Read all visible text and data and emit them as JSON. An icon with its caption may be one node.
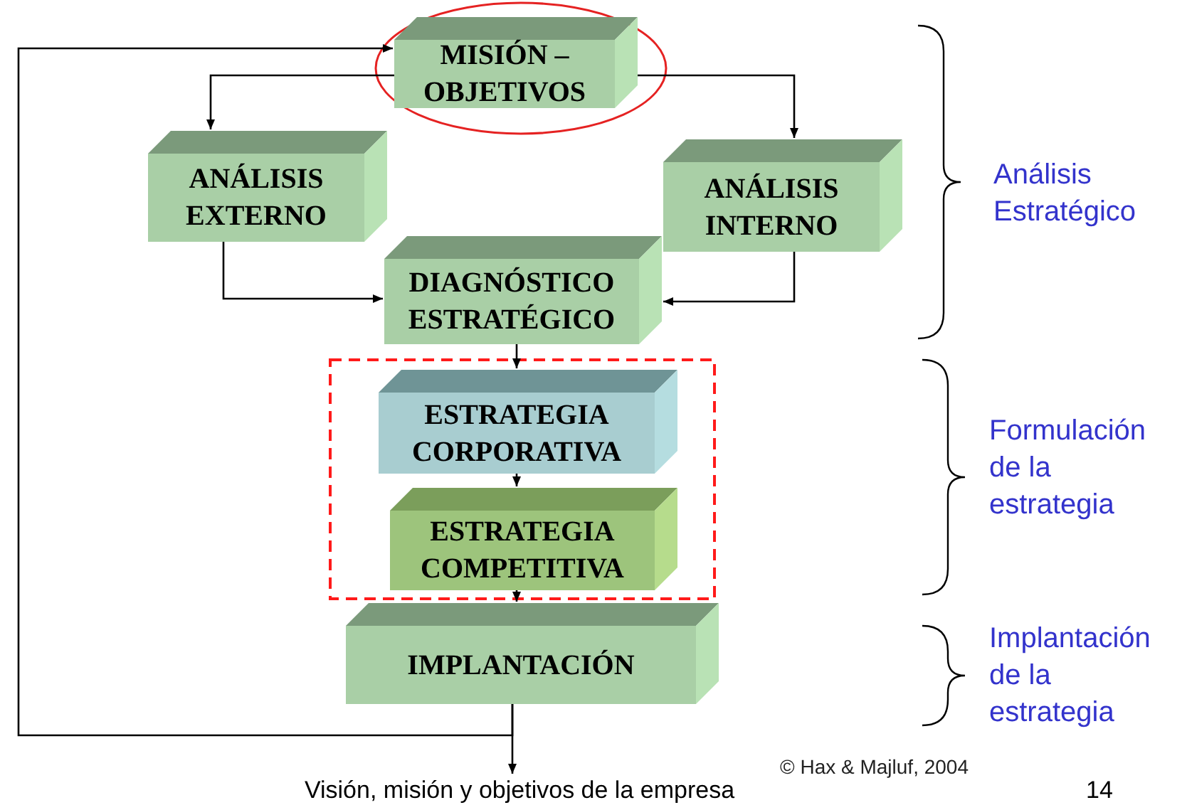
{
  "diagram": {
    "nodes": [
      {
        "text": [
          "MISIÓN – OBJETIVOS"
        ]
      },
      {
        "text": [
          "ANÁLISIS EXTERNO"
        ]
      },
      {
        "text": [
          "ANÁLISIS INTERNO"
        ]
      },
      {
        "text": [
          "DIAGNÓSTICO ESTRATÉGICO"
        ]
      },
      {
        "text": [
          "ESTRATEGIA CORPORATIVA"
        ]
      },
      {
        "text": [
          "ESTRATEGIA COMPETITIVA"
        ]
      },
      {
        "text": [
          "IMPLANTACIÓN"
        ]
      },
      {
        "text": [
          "Visión, misión y objetivos de la empresa"
        ]
      }
    ],
    "edges": [
      {
        "from": 0,
        "to": 1,
        "arrow": "to"
      },
      {
        "from": 0,
        "to": 2,
        "arrow": "to"
      },
      {
        "from": 1,
        "to": 3,
        "arrow": "to"
      },
      {
        "from": 2,
        "to": 3,
        "arrow": "to"
      },
      {
        "from": 3,
        "to": 4,
        "arrow": "to"
      },
      {
        "from": 4,
        "to": 5,
        "arrow": "to"
      },
      {
        "from": 5,
        "to": 6,
        "arrow": "to"
      },
      {
        "from": 6,
        "to": 0,
        "arrow": "to"
      },
      {
        "from": 6,
        "to": 7,
        "arrow": "to"
      }
    ],
    "labels": [
      "Análisis Estratégico",
      "Formulación de la estrategia",
      "Implantación de la estrategia",
      "© Hax & Majluf, 2004",
      "14"
    ]
  }
}
